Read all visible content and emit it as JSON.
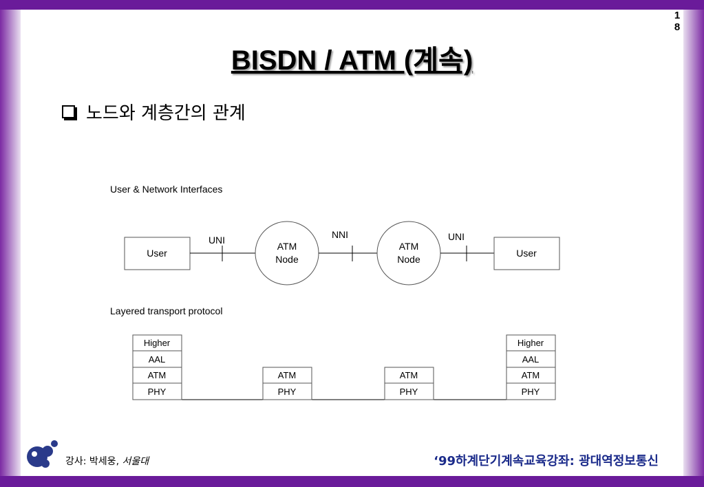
{
  "slide": {
    "page_digits": [
      "1",
      "8"
    ],
    "title": "BISDN / ATM (계속)",
    "bullet": "노드와 계층간의 관계"
  },
  "interfaces_section": {
    "label": "User & Network Interfaces",
    "left_user": "User",
    "right_user": "User",
    "uni_left": "UNI",
    "nni": "NNI",
    "uni_right": "UNI",
    "node_left": [
      "ATM",
      "Node"
    ],
    "node_right": [
      "ATM",
      "Node"
    ]
  },
  "protocol_section": {
    "label": "Layered transport protocol",
    "end_stack": [
      "Higher",
      "AAL",
      "ATM",
      "PHY"
    ],
    "node_stack": [
      "ATM",
      "PHY"
    ]
  },
  "footer": {
    "lecturer_prefix": "강사: 박세웅, ",
    "lecturer_affil": "서울대",
    "course": "‘99하계단기계속교육강좌: 광대역정보통신"
  },
  "colors": {
    "frame": "#6a1b9a",
    "footer_text": "#1a2a8a",
    "logo": "#2a3a8a"
  }
}
